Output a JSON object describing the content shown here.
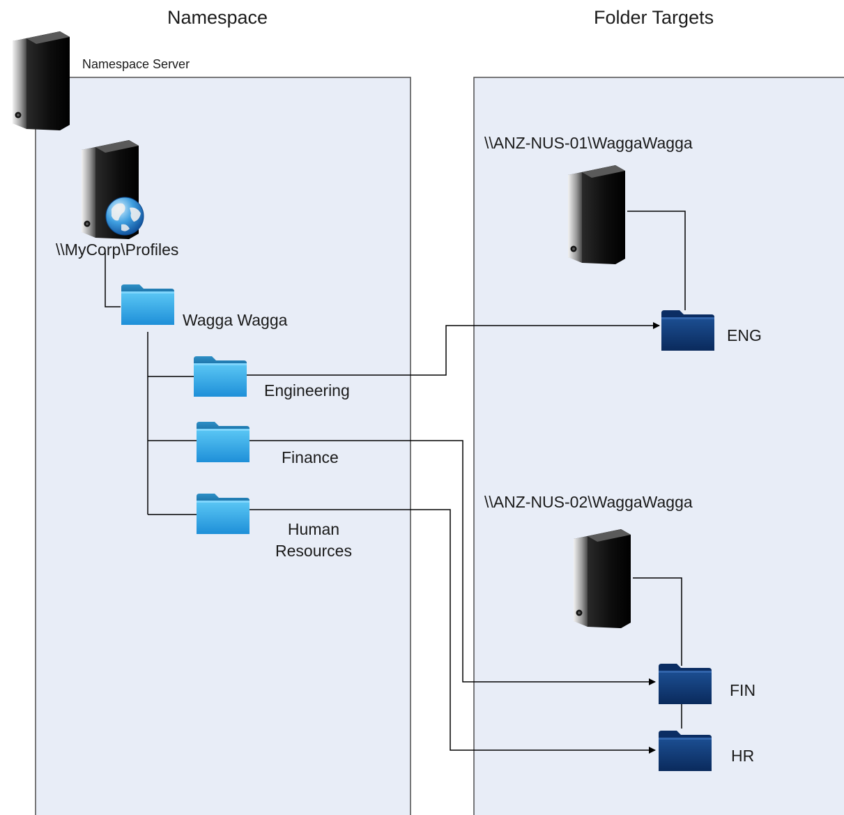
{
  "headings": {
    "namespace": "Namespace",
    "folder_targets": "Folder Targets"
  },
  "namespace_panel": {
    "server_label": "Namespace Server",
    "root_label": "\\\\MyCorp\\Profiles",
    "site_folder": "Wagga Wagga",
    "folders": [
      {
        "label": "Engineering"
      },
      {
        "label": "Finance"
      },
      {
        "label": "Human Resources",
        "lines": [
          "Human",
          "Resources"
        ]
      }
    ]
  },
  "targets_panel": {
    "servers": [
      {
        "path": "\\\\ANZ-NUS-01\\WaggaWagga",
        "shares": [
          "ENG"
        ]
      },
      {
        "path": "\\\\ANZ-NUS-02\\WaggaWagga",
        "shares": [
          "FIN",
          "HR"
        ]
      }
    ]
  },
  "icons": {
    "server": "server-tower-icon",
    "globe": "globe-icon",
    "namespace_folder": "folder-icon",
    "target_folder": "share-folder-icon"
  },
  "colors": {
    "panel_fill": "#e8edf7",
    "panel_border": "#4d4d4d",
    "connector": "#000000",
    "folder_light": "#35aee9",
    "folder_dark": "#123f7f"
  }
}
